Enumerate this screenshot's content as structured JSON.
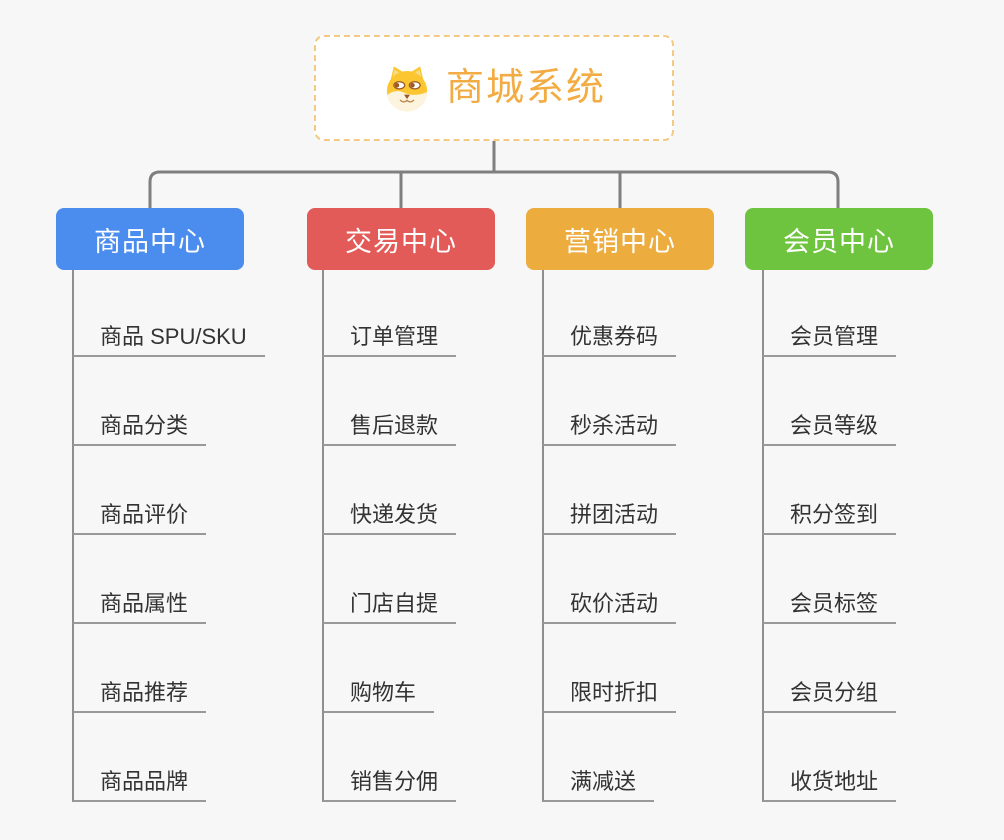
{
  "root": {
    "title": "商城系统",
    "icon": "dog-face-icon"
  },
  "branches": [
    {
      "label": "商品中心",
      "color": "#4a8def",
      "children": [
        "商品 SPU/SKU",
        "商品分类",
        "商品评价",
        "商品属性",
        "商品推荐",
        "商品品牌"
      ]
    },
    {
      "label": "交易中心",
      "color": "#e25b58",
      "children": [
        "订单管理",
        "售后退款",
        "快递发货",
        "门店自提",
        "购物车",
        "销售分佣"
      ]
    },
    {
      "label": "营销中心",
      "color": "#edac3e",
      "children": [
        "优惠券码",
        "秒杀活动",
        "拼团活动",
        "砍价活动",
        "限时折扣",
        "满减送"
      ]
    },
    {
      "label": "会员中心",
      "color": "#6ec43e",
      "children": [
        "会员管理",
        "会员等级",
        "积分签到",
        "会员标签",
        "会员分组",
        "收货地址"
      ]
    }
  ],
  "palette": {
    "background": "#f7f7f7",
    "root_title": "#f2ac43",
    "root_border": "#f3c983",
    "connector": "#7f7f7f",
    "item_text": "#333333",
    "item_underline": "#999999",
    "icon_yellow": "#fbc62f",
    "icon_cream": "#fdf4e0",
    "icon_brown": "#9c5a20"
  }
}
